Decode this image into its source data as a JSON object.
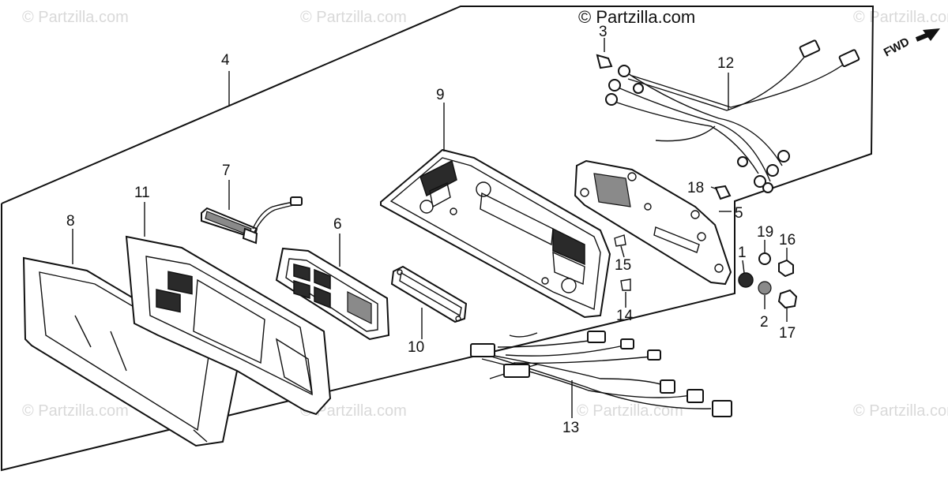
{
  "copyright": "© Partzilla.com",
  "watermark_text": "© Partzilla.com",
  "direction_label": "FWD",
  "callouts": [
    {
      "num": "1"
    },
    {
      "num": "2"
    },
    {
      "num": "3"
    },
    {
      "num": "4"
    },
    {
      "num": "5"
    },
    {
      "num": "6"
    },
    {
      "num": "7"
    },
    {
      "num": "8"
    },
    {
      "num": "9"
    },
    {
      "num": "10"
    },
    {
      "num": "11"
    },
    {
      "num": "12"
    },
    {
      "num": "13"
    },
    {
      "num": "14"
    },
    {
      "num": "15"
    },
    {
      "num": "16"
    },
    {
      "num": "17"
    },
    {
      "num": "18"
    },
    {
      "num": "19"
    }
  ]
}
